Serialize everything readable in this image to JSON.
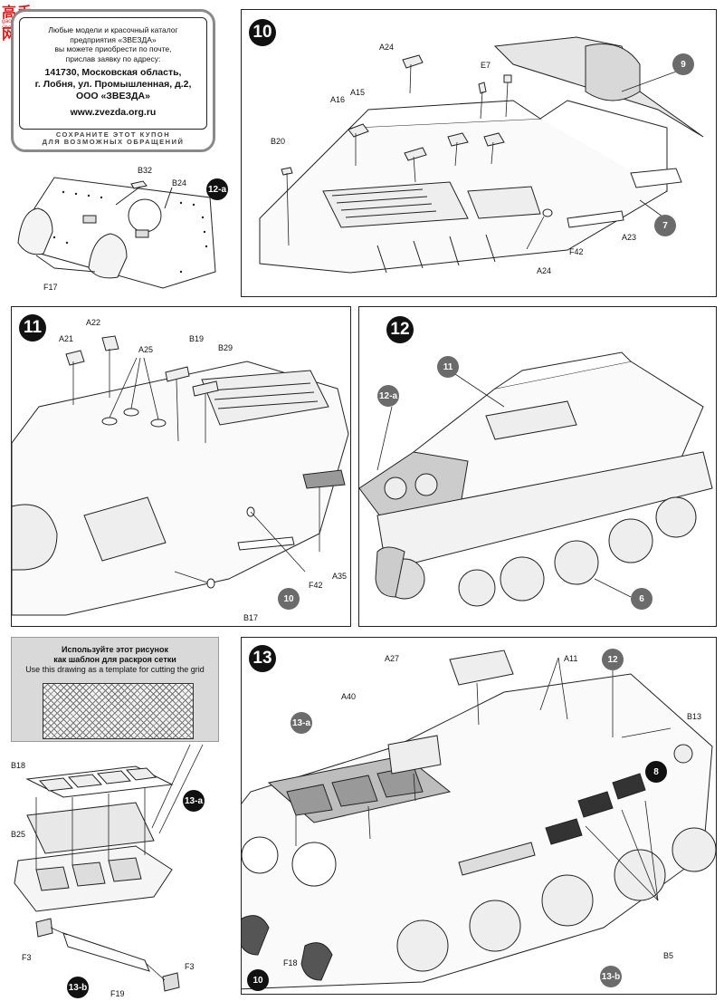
{
  "watermark": {
    "main": "高手网",
    "sub": "gao-shou.com",
    "color": "#d81f1f"
  },
  "coupon": {
    "lines": [
      "Любые модели и красочный каталог",
      "предприятия «ЗВЕЗДА»",
      "вы можете приобрести по почте,",
      "прислав заявку по адресу:"
    ],
    "address": [
      "141730, Московская область,",
      "г. Лобня, ул. Промышленная, д.2,",
      "ООО «ЗВЕЗДА»"
    ],
    "website": "www.zvezda.org.ru",
    "footer": [
      "СОХРАНИТЕ ЭТОТ КУПОН",
      "ДЛЯ ВОЗМОЖНЫХ ОБРАЩЕНИЙ"
    ],
    "border_color": "#8a8a8a"
  },
  "step12a": {
    "badge": "12-a",
    "parts": [
      "B32",
      "B24",
      "F17"
    ]
  },
  "step10": {
    "number": "10",
    "parts": [
      "A24",
      "E7",
      "A16",
      "A15",
      "B20",
      "F42",
      "A23",
      "A24"
    ],
    "refs": [
      "9",
      "7"
    ]
  },
  "step11": {
    "number": "11",
    "parts": [
      "A22",
      "A21",
      "A25",
      "B19",
      "B29",
      "A35",
      "F42",
      "B17"
    ],
    "refs": [
      "10"
    ]
  },
  "step12": {
    "number": "12",
    "refs": [
      "11",
      "12-a",
      "6"
    ]
  },
  "template": {
    "ru_line1": "Используйте этот рисунок",
    "ru_line2": "как шаблон для раскроя сетки",
    "en_line": "Use this drawing as a template for cutting the grid",
    "bg_color": "#d9d9d9"
  },
  "step13a": {
    "badge": "13-a",
    "parts": [
      "B18",
      "B25"
    ]
  },
  "step13b": {
    "badge": "13-b",
    "parts": [
      "F3",
      "F3",
      "F19"
    ]
  },
  "step13": {
    "number": "13",
    "parts": [
      "A27",
      "A11",
      "A40",
      "B13",
      "F18",
      "B5"
    ],
    "refs": [
      "12",
      "13-a",
      "8",
      "13-b",
      "10"
    ]
  },
  "colors": {
    "step_badge": "#111111",
    "ref_badge": "#6b6b6b",
    "line": "#222222"
  }
}
